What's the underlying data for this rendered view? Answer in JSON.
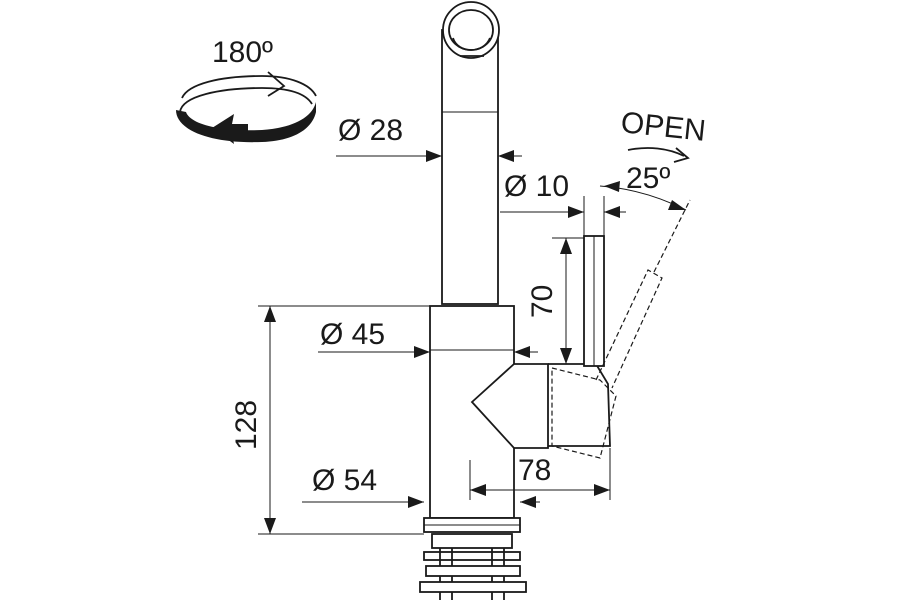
{
  "labels": {
    "rotation": "180º",
    "open": "OPEN",
    "open_angle": "25º",
    "spout_diameter": "Ø 28",
    "lever_diameter": "Ø 10",
    "lever_height": "70",
    "body_diameter": "Ø 45",
    "total_height": "128",
    "base_diameter": "Ø 54",
    "lever_reach": "78"
  },
  "icons": {
    "rotation_arrow": "rotate-180-icon",
    "open_arrow": "rotate-open-icon"
  },
  "colors": {
    "line": "#1a1a1a",
    "background": "#ffffff"
  }
}
